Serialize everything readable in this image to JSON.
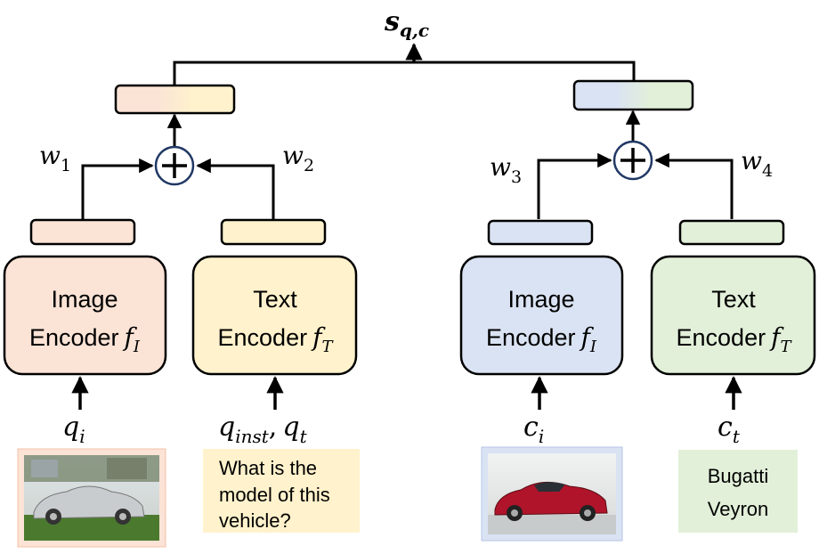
{
  "top_output": {
    "symbol": "s",
    "subscript": "q,c"
  },
  "query": {
    "weights": {
      "w1": {
        "base": "w",
        "sub": "1"
      },
      "w2": {
        "base": "w",
        "sub": "2"
      }
    },
    "image_encoder": {
      "line1": "Image",
      "line2": "Encoder",
      "fn_base": "f",
      "fn_sub": "I"
    },
    "text_encoder": {
      "line1": "Text",
      "line2": "Encoder",
      "fn_base": "f",
      "fn_sub": "T"
    },
    "image_input": {
      "base": "q",
      "sub": "i"
    },
    "text_input": {
      "a_base": "q",
      "a_sub": "inst",
      "sep": ",",
      "b_base": "q",
      "b_sub": "t"
    },
    "question_lines": [
      "What is the",
      "model of this",
      "vehicle?"
    ]
  },
  "candidate": {
    "weights": {
      "w3": {
        "base": "w",
        "sub": "3"
      },
      "w4": {
        "base": "w",
        "sub": "4"
      }
    },
    "image_encoder": {
      "line1": "Image",
      "line2": "Encoder",
      "fn_base": "f",
      "fn_sub": "I"
    },
    "text_encoder": {
      "line1": "Text",
      "line2": "Encoder",
      "fn_base": "f",
      "fn_sub": "T"
    },
    "image_input": {
      "base": "c",
      "sub": "i"
    },
    "text_input": {
      "base": "c",
      "sub": "t"
    },
    "answer_lines": [
      "Bugatti",
      "Veyron"
    ]
  },
  "colors": {
    "pink_fill": "#FBE3D6",
    "pink_border": "#F4C2A8",
    "yellow_fill": "#FFF2CC",
    "blue_fill": "#DAE3F3",
    "blue_border": "#B4C6E7",
    "green_fill": "#E2F0D9",
    "plus_border": "#203864"
  },
  "icons": {
    "plus": "circled-plus-icon",
    "arrow": "arrow-up-icon"
  }
}
